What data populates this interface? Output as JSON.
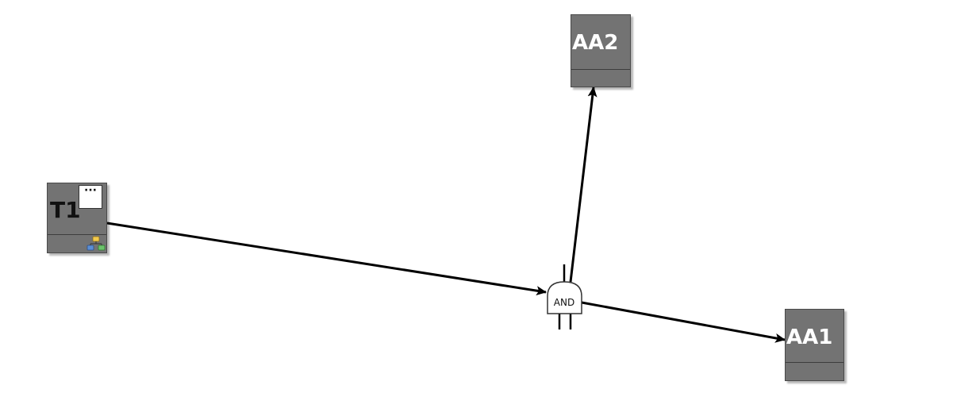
{
  "nodes": {
    "t1": {
      "label": "T1",
      "more_button": "···",
      "icon": "network-icon"
    },
    "aa2": {
      "label": "AA2"
    },
    "aa1": {
      "label": "AA1"
    }
  },
  "gate": {
    "label": "AND"
  },
  "edges": [
    {
      "from": "T1",
      "to": "AND"
    },
    {
      "from": "AND",
      "to": "AA2"
    },
    {
      "from": "AND",
      "to": "AA1"
    }
  ],
  "colors": {
    "node_fill": "#737373",
    "edge": "#000000",
    "gate_fill": "#ffffff"
  }
}
